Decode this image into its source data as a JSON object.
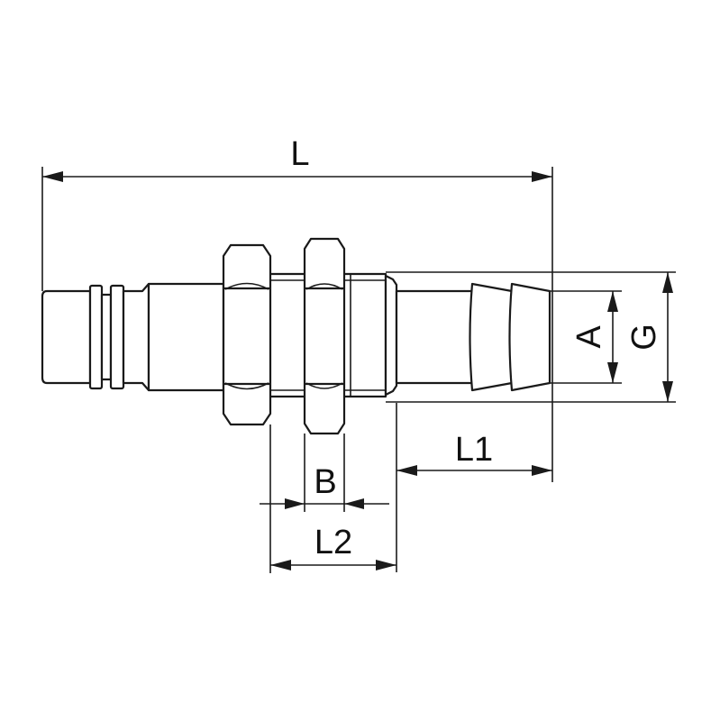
{
  "dimensions": {
    "L": "L",
    "L1": "L1",
    "L2": "L2",
    "A": "A",
    "B": "B",
    "G": "G"
  }
}
